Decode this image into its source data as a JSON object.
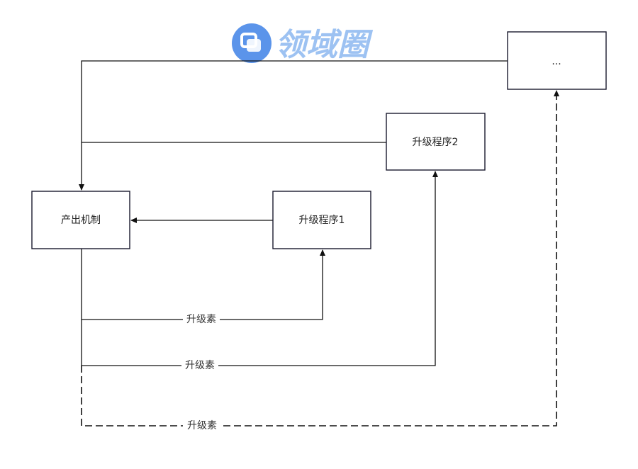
{
  "logo": {
    "text": "领域圈",
    "color": "#5b94ea"
  },
  "nodes": {
    "more": "...",
    "upgrade2": "升级程序2",
    "output": "产出机制",
    "upgrade1": "升级程序1"
  },
  "edges": {
    "to_upgrade1": "升级素",
    "to_upgrade2": "升级素",
    "to_more": "升级素"
  }
}
